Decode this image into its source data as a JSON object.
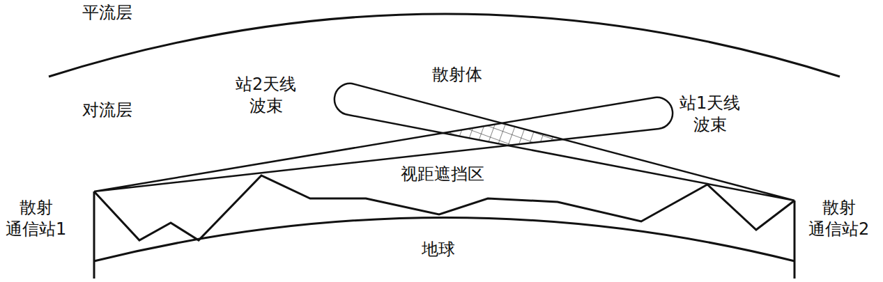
{
  "diagram": {
    "labels": [
      "平流层",
      "对流层",
      "站2天线 波束",
      "散射体",
      "站1天线 波束",
      "视距遮挡区",
      "散射 通信站1",
      "散射 通信站2",
      "地球"
    ]
  }
}
